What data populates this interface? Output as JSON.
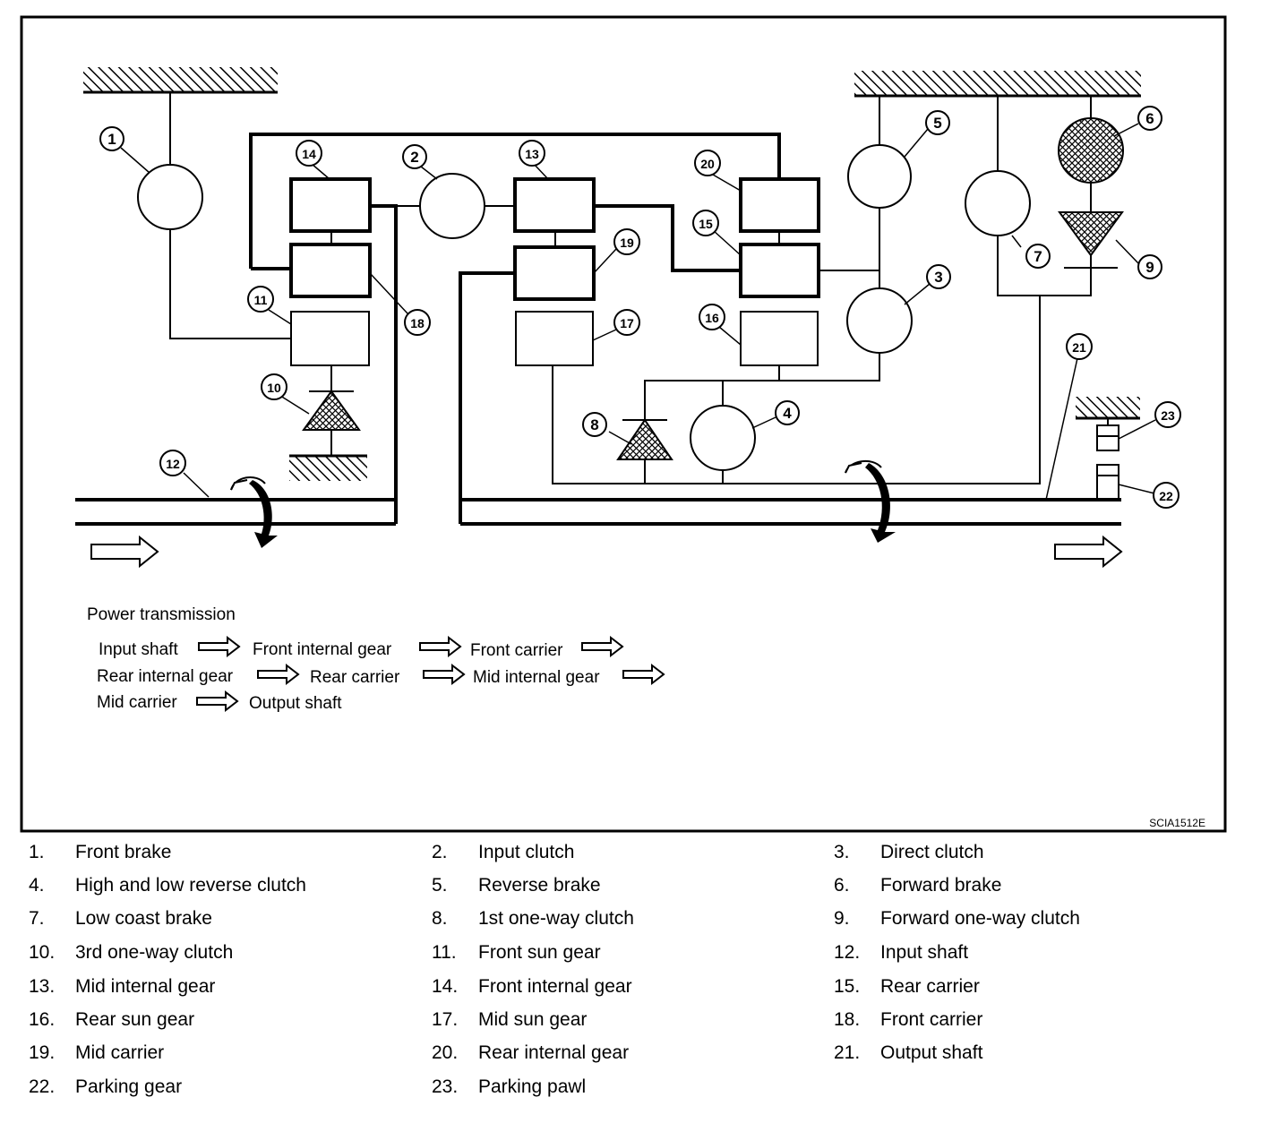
{
  "diagram": {
    "figure_code": "SCIA1512E",
    "power_heading": "Power transmission",
    "power_flow": [
      "Input shaft",
      "Front internal gear",
      "Front carrier",
      "Rear internal gear",
      "Rear carrier",
      "Mid internal gear",
      "Mid carrier",
      "Output shaft"
    ],
    "callouts": [
      "1",
      "2",
      "3",
      "4",
      "5",
      "6",
      "7",
      "8",
      "9",
      "10",
      "11",
      "12",
      "13",
      "14",
      "15",
      "16",
      "17",
      "18",
      "19",
      "20",
      "21",
      "22",
      "23"
    ]
  },
  "legend": [
    {
      "num": "1.",
      "label": "Front brake"
    },
    {
      "num": "2.",
      "label": "Input clutch"
    },
    {
      "num": "3.",
      "label": "Direct clutch"
    },
    {
      "num": "4.",
      "label": "High and low reverse clutch"
    },
    {
      "num": "5.",
      "label": "Reverse brake"
    },
    {
      "num": "6.",
      "label": "Forward brake"
    },
    {
      "num": "7.",
      "label": "Low coast brake"
    },
    {
      "num": "8.",
      "label": "1st one-way clutch"
    },
    {
      "num": "9.",
      "label": "Forward one-way clutch"
    },
    {
      "num": "10.",
      "label": "3rd one-way clutch"
    },
    {
      "num": "11.",
      "label": "Front sun gear"
    },
    {
      "num": "12.",
      "label": "Input shaft"
    },
    {
      "num": "13.",
      "label": "Mid internal gear"
    },
    {
      "num": "14.",
      "label": "Front internal gear"
    },
    {
      "num": "15.",
      "label": "Rear carrier"
    },
    {
      "num": "16.",
      "label": "Rear sun gear"
    },
    {
      "num": "17.",
      "label": "Mid sun gear"
    },
    {
      "num": "18.",
      "label": "Front carrier"
    },
    {
      "num": "19.",
      "label": "Mid carrier"
    },
    {
      "num": "20.",
      "label": "Rear internal gear"
    },
    {
      "num": "21.",
      "label": "Output shaft"
    },
    {
      "num": "22.",
      "label": "Parking gear"
    },
    {
      "num": "23.",
      "label": "Parking pawl"
    }
  ]
}
